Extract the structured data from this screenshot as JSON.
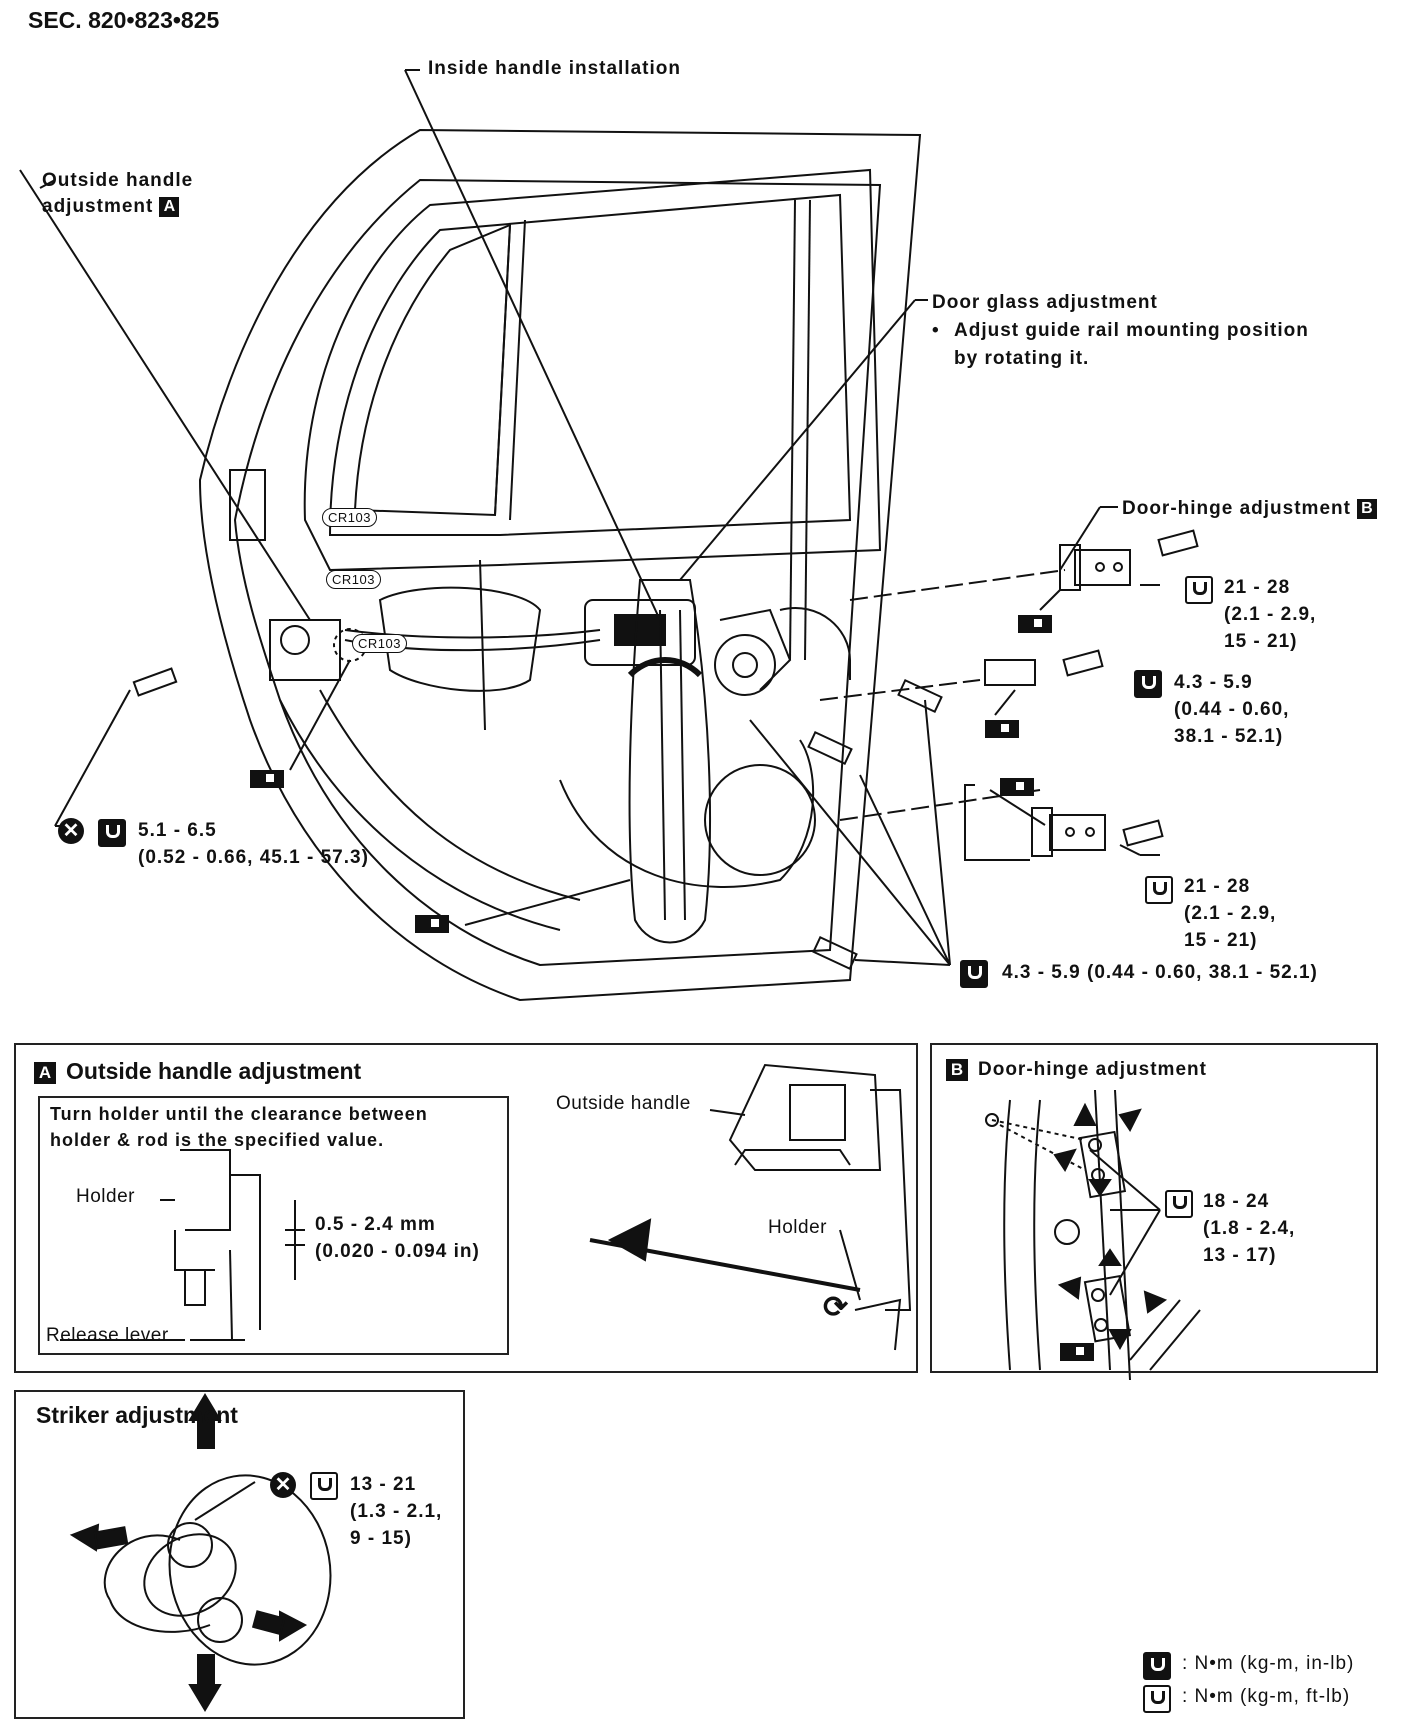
{
  "header": {
    "section": "SEC. 820•823•825"
  },
  "callouts": {
    "inside_handle": "Inside handle installation",
    "outside_handle_line1": "Outside handle",
    "outside_handle_line2": "adjustment",
    "outside_handle_badge": "A",
    "door_glass_title": "Door glass adjustment",
    "door_glass_bullet": "•",
    "door_glass_note1": "Adjust guide rail mounting position",
    "door_glass_note2": "by rotating it.",
    "door_hinge": "Door-hinge adjustment",
    "door_hinge_badge": "B",
    "cr103_a": "CR103",
    "cr103_b": "CR103",
    "cr103_c": "CR103"
  },
  "torques": {
    "hinge_upper": {
      "l1": "21 - 28",
      "l2": "(2.1 - 2.9,",
      "l3": "15 - 21)"
    },
    "hinge_mid": {
      "l1": "4.3 - 5.9",
      "l2": "(0.44 - 0.60,",
      "l3": "38.1 - 52.1)"
    },
    "hinge_lower": {
      "l1": "21 - 28",
      "l2": "(2.1 - 2.9,",
      "l3": "15 - 21)"
    },
    "regulator": {
      "l1": "4.3 - 5.9 (0.44 - 0.60, 38.1 - 52.1)"
    },
    "left_bolt": {
      "l1": "5.1 - 6.5",
      "l2": "(0.52 - 0.66, 45.1 - 57.3)"
    }
  },
  "panel_a": {
    "badge": "A",
    "title": "Outside handle adjustment",
    "instr1": "Turn holder until the clearance between",
    "instr2": "holder & rod is the specified value.",
    "holder": "Holder",
    "spec1": "0.5 - 2.4 mm",
    "spec2": "(0.020 - 0.094 in)",
    "release": "Release lever",
    "outside_handle": "Outside handle",
    "holder2": "Holder"
  },
  "panel_b": {
    "badge": "B",
    "title": "Door-hinge adjustment",
    "t1": "18 - 24",
    "t2": "(1.8 - 2.4,",
    "t3": "13 - 17)"
  },
  "panel_s": {
    "title": "Striker adjustment",
    "t1": "13 - 21",
    "t2": "(1.3 - 2.1,",
    "t3": "9 - 15)"
  },
  "legend": {
    "l1": ": N•m (kg-m, in-lb)",
    "l2": ": N•m (kg-m, ft-lb)"
  },
  "icons": {
    "no_reuse": "x-circle-icon",
    "wrench_inlb": "wrench-solid-icon",
    "wrench_ftlb": "wrench-outline-icon",
    "grease": "grease-point-icon"
  }
}
